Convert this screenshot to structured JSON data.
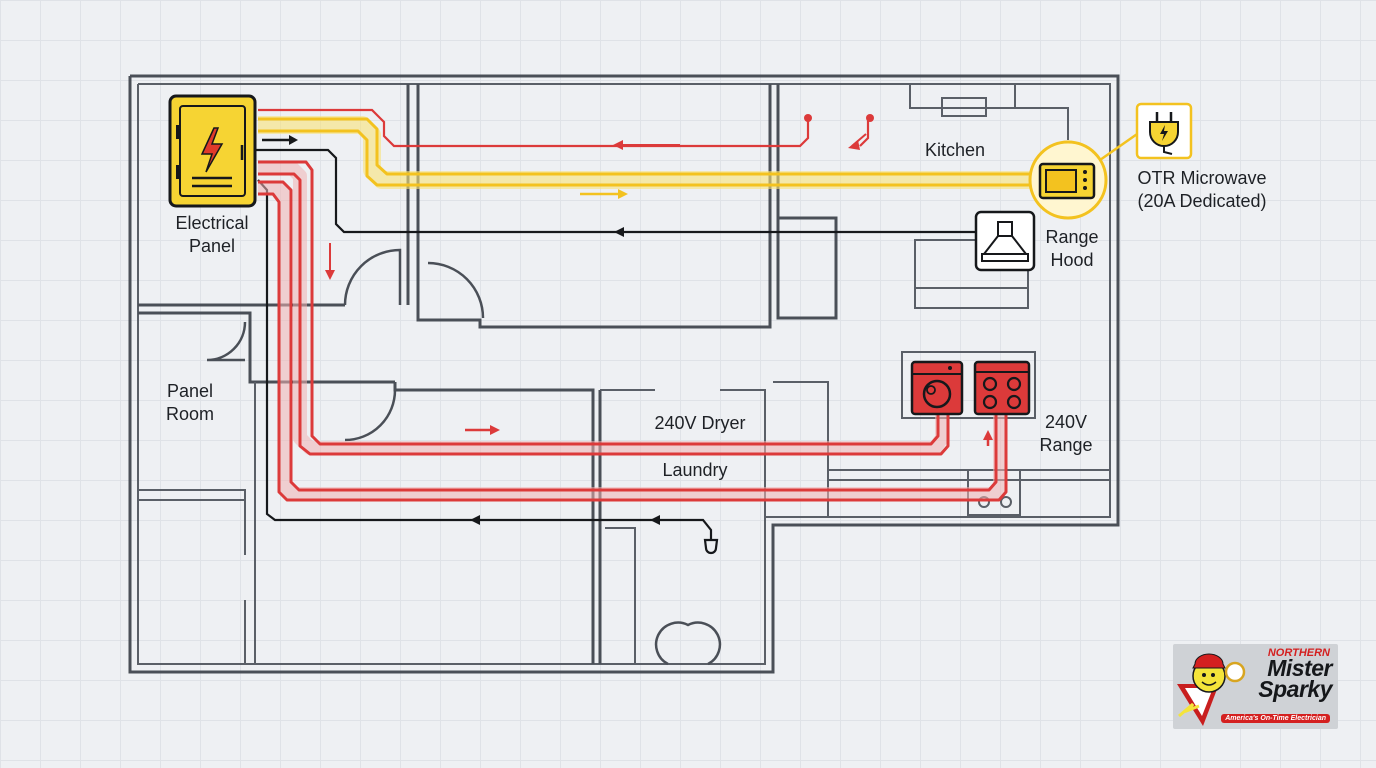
{
  "labels": {
    "electrical_panel": "Electrical\nPanel",
    "kitchen": "Kitchen",
    "otr_microwave": "OTR Microwave\n(20A Dedicated)",
    "range_hood": "Range\nHood",
    "panel_room": "Panel\nRoom",
    "dryer": "240V Dryer",
    "laundry": "Laundry",
    "range": "240V\nRange"
  },
  "logo": {
    "region": "NORTHERN",
    "brand": "Mister\nSparky",
    "tagline": "America's On-Time Electrician"
  },
  "icons": {
    "panel": "electrical-panel-icon",
    "microwave": "microwave-icon",
    "hood": "range-hood-icon",
    "plug": "plug-icon",
    "dryer": "dryer-icon",
    "range": "cooktop-icon",
    "outlet": "outlet-icon"
  },
  "colors": {
    "circuit_240v": "#dc3a3a",
    "circuit_20a": "#f3c21f",
    "circuit_120v": "#16181b",
    "walls": "#4a4f57"
  }
}
